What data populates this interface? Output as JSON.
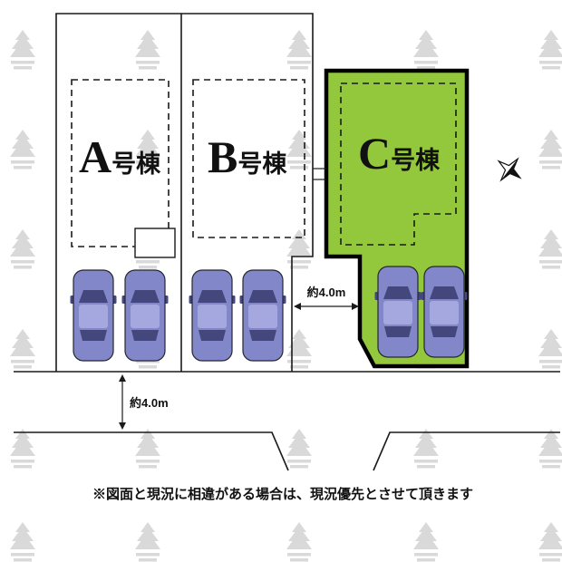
{
  "plan": {
    "lots": [
      {
        "letter": "A",
        "suffix": "号棟"
      },
      {
        "letter": "B",
        "suffix": "号棟"
      },
      {
        "letter": "C",
        "suffix": "号棟"
      }
    ],
    "dimensions": {
      "between_lots": "約4.0m",
      "front_road": "約4.0m"
    },
    "disclaimer": "※図面と現況に相違がある場合は、現況優先とさせて頂きます"
  },
  "colors": {
    "lot_c_fill": "#93c83d",
    "car_body": "#8287c9",
    "car_glass": "#44477c",
    "car_roof": "#a4a8de",
    "watermark": "#c9c9c9",
    "line": "#1a1a1a"
  }
}
